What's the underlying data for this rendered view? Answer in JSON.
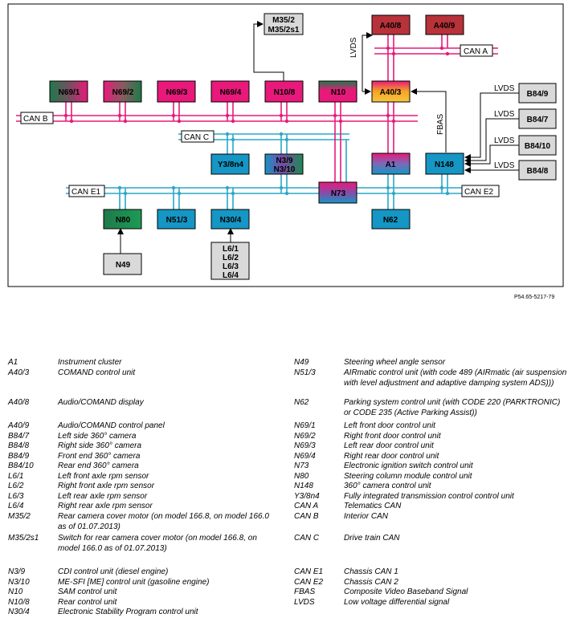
{
  "diagram": {
    "boxes": {
      "M35": [
        "M35/2",
        "M35/2s1"
      ],
      "A40_8": "A40/8",
      "A40_9": "A40/9",
      "N69_1": "N69/1",
      "N69_2": "N69/2",
      "N69_3": "N69/3",
      "N69_4": "N69/4",
      "N10_8": "N10/8",
      "N10": "N10",
      "A40_3": "A40/3",
      "B84_9": "B84/9",
      "B84_7": "B84/7",
      "B84_10": "B84/10",
      "B84_8": "B84/8",
      "Y3_8n4": "Y3/8n4",
      "N3": [
        "N3/9",
        "N3/10"
      ],
      "A1": "A1",
      "N148": "N148",
      "N73": "N73",
      "N80": "N80",
      "N51_3": "N51/3",
      "N30_4": "N30/4",
      "N62": "N62",
      "N49": "N49",
      "L6": [
        "L6/1",
        "L6/2",
        "L6/3",
        "L6/4"
      ]
    },
    "bus_labels": {
      "can_a": "CAN A",
      "can_b": "CAN B",
      "can_c": "CAN C",
      "can_e1": "CAN E1",
      "can_e2": "CAN E2"
    },
    "signal_labels": {
      "lvds": "LVDS",
      "fbas": "FBAS"
    },
    "colors": {
      "can_b": "#e8197a",
      "can_a": "#e8197a",
      "can_c": "#2aa7c9",
      "can_e": "#2aa7c9",
      "red_box": "#b8323a",
      "pink_box": "#e8197a",
      "cyan_box": "#1596c4",
      "green_box": "#1e7a4a",
      "gray_box": "#d9d9d9"
    }
  },
  "reference": "P54.65-5217-79",
  "legend_left": [
    {
      "code": "A1",
      "desc": "Instrument cluster"
    },
    {
      "code": "A40/3",
      "desc": "COMAND control unit"
    },
    {
      "code": "A40/8",
      "desc": "Audio/COMAND display"
    },
    {
      "code": "A40/9",
      "desc": "Audio/COMAND control panel"
    },
    {
      "code": "B84/7",
      "desc": "Left side 360° camera"
    },
    {
      "code": "B84/8",
      "desc": "Right side 360° camera"
    },
    {
      "code": "B84/9",
      "desc": "Front end 360° camera"
    },
    {
      "code": "B84/10",
      "desc": "Rear end 360° camera"
    },
    {
      "code": "L6/1",
      "desc": "Left front axle rpm sensor"
    },
    {
      "code": "L6/2",
      "desc": "Right front axle rpm sensor"
    },
    {
      "code": "L6/3",
      "desc": "Left rear axle rpm sensor"
    },
    {
      "code": "L6/4",
      "desc": "Right rear axle rpm sensor"
    },
    {
      "code": "M35/2",
      "desc": "Rear camera cover motor (on model 166.8, on model 166.0 as of 01.07.2013)"
    },
    {
      "code": "M35/2s1",
      "desc": "Switch for rear camera cover motor (on model 166.8, on model 166.0 as of 01.07.2013)"
    },
    {
      "code": "N3/9",
      "desc": "CDI control unit (diesel engine)"
    },
    {
      "code": "N3/10",
      "desc": "ME-SFI [ME] control unit (gasoline engine)"
    },
    {
      "code": "N10",
      "desc": "SAM control unit"
    },
    {
      "code": "N10/8",
      "desc": "Rear control unit"
    },
    {
      "code": "N30/4",
      "desc": "Electronic Stability Program control unit"
    }
  ],
  "legend_right": [
    {
      "code": "N49",
      "desc": "Steering wheel angle sensor"
    },
    {
      "code": "N51/3",
      "desc": "AIRmatic control unit (with code 489 (AIRmatic (air suspension with level adjustment and adaptive damping system ADS)))"
    },
    {
      "code": "N62",
      "desc": "Parking system control unit (with CODE 220 (PARKTRONIC) or CODE 235 (Active Parking Assist))"
    },
    {
      "code": "N69/1",
      "desc": "Left front door control unit"
    },
    {
      "code": "N69/2",
      "desc": "Right front door control unit"
    },
    {
      "code": "N69/3",
      "desc": "Left rear door control unit"
    },
    {
      "code": "N69/4",
      "desc": "Right rear door control unit"
    },
    {
      "code": "N73",
      "desc": "Electronic ignition switch control unit"
    },
    {
      "code": "N80",
      "desc": "Steering column module control unit"
    },
    {
      "code": "N148",
      "desc": "360° camera control unit"
    },
    {
      "code": "Y3/8n4",
      "desc": "Fully integrated transmission control control unit"
    },
    {
      "code": "CAN A",
      "desc": "Telematics CAN"
    },
    {
      "code": "CAN B",
      "desc": "Interior CAN"
    },
    {
      "code": "CAN C",
      "desc": "Drive train CAN"
    },
    {
      "code": "CAN E1",
      "desc": "Chassis CAN 1"
    },
    {
      "code": "CAN E2",
      "desc": "Chassis CAN 2"
    },
    {
      "code": "FBAS",
      "desc": "Composite Video Baseband Signal"
    },
    {
      "code": "LVDS",
      "desc": "Low voltage differential signal"
    }
  ]
}
